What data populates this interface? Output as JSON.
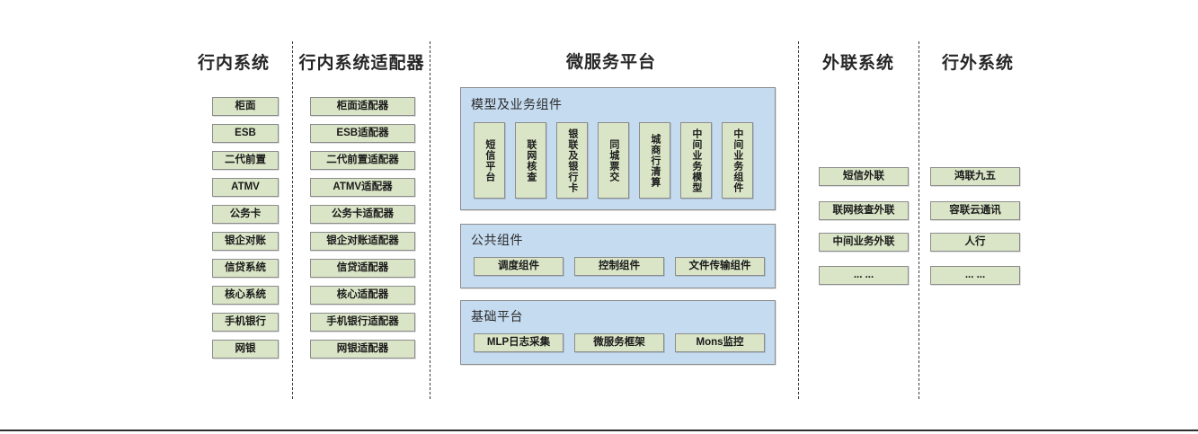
{
  "colors": {
    "node_fill": "#d9e5c6",
    "node_border": "#8c8c8c",
    "panel_fill": "#c5dbf0",
    "panel_border": "#8c8c8c",
    "divider": "#3a3a3a",
    "text": "#1a1a1a"
  },
  "columns": [
    {
      "id": "internal-systems",
      "title": "行内系统",
      "items": [
        "柜面",
        "ESB",
        "二代前置",
        "ATMV",
        "公务卡",
        "银企对账",
        "信贷系统",
        "核心系统",
        "手机银行",
        "网银"
      ]
    },
    {
      "id": "internal-adapters",
      "title": "行内系统适配器",
      "items": [
        "柜面适配器",
        "ESB适配器",
        "二代前置适配器",
        "ATMV适配器",
        "公务卡适配器",
        "银企对账适配器",
        "信贷适配器",
        "核心适配器",
        "手机银行适配器",
        "网银适配器"
      ]
    },
    {
      "id": "microservice-platform",
      "title": "微服务平台"
    },
    {
      "id": "external-link-systems",
      "title": "外联系统",
      "items": [
        "短信外联",
        "联网核查外联",
        "中间业务外联",
        "... ..."
      ]
    },
    {
      "id": "outside-bank-systems",
      "title": "行外系统",
      "items": [
        "鸿联九五",
        "容联云通讯",
        "人行",
        "... ..."
      ]
    }
  ],
  "platform": {
    "groups": [
      {
        "id": "model-business-components",
        "title": "模型及业务组件",
        "items": [
          "短信平台",
          "联网核查",
          "银联及银行卡",
          "同城票交",
          "城商行清算",
          "中间业务模型",
          "中间业务组件"
        ]
      },
      {
        "id": "public-components",
        "title": "公共组件",
        "items": [
          "调度组件",
          "控制组件",
          "文件传输组件"
        ]
      },
      {
        "id": "foundation-platform",
        "title": "基础平台",
        "items": [
          "MLP日志采集",
          "微服务框架",
          "Mons监控"
        ]
      }
    ]
  }
}
